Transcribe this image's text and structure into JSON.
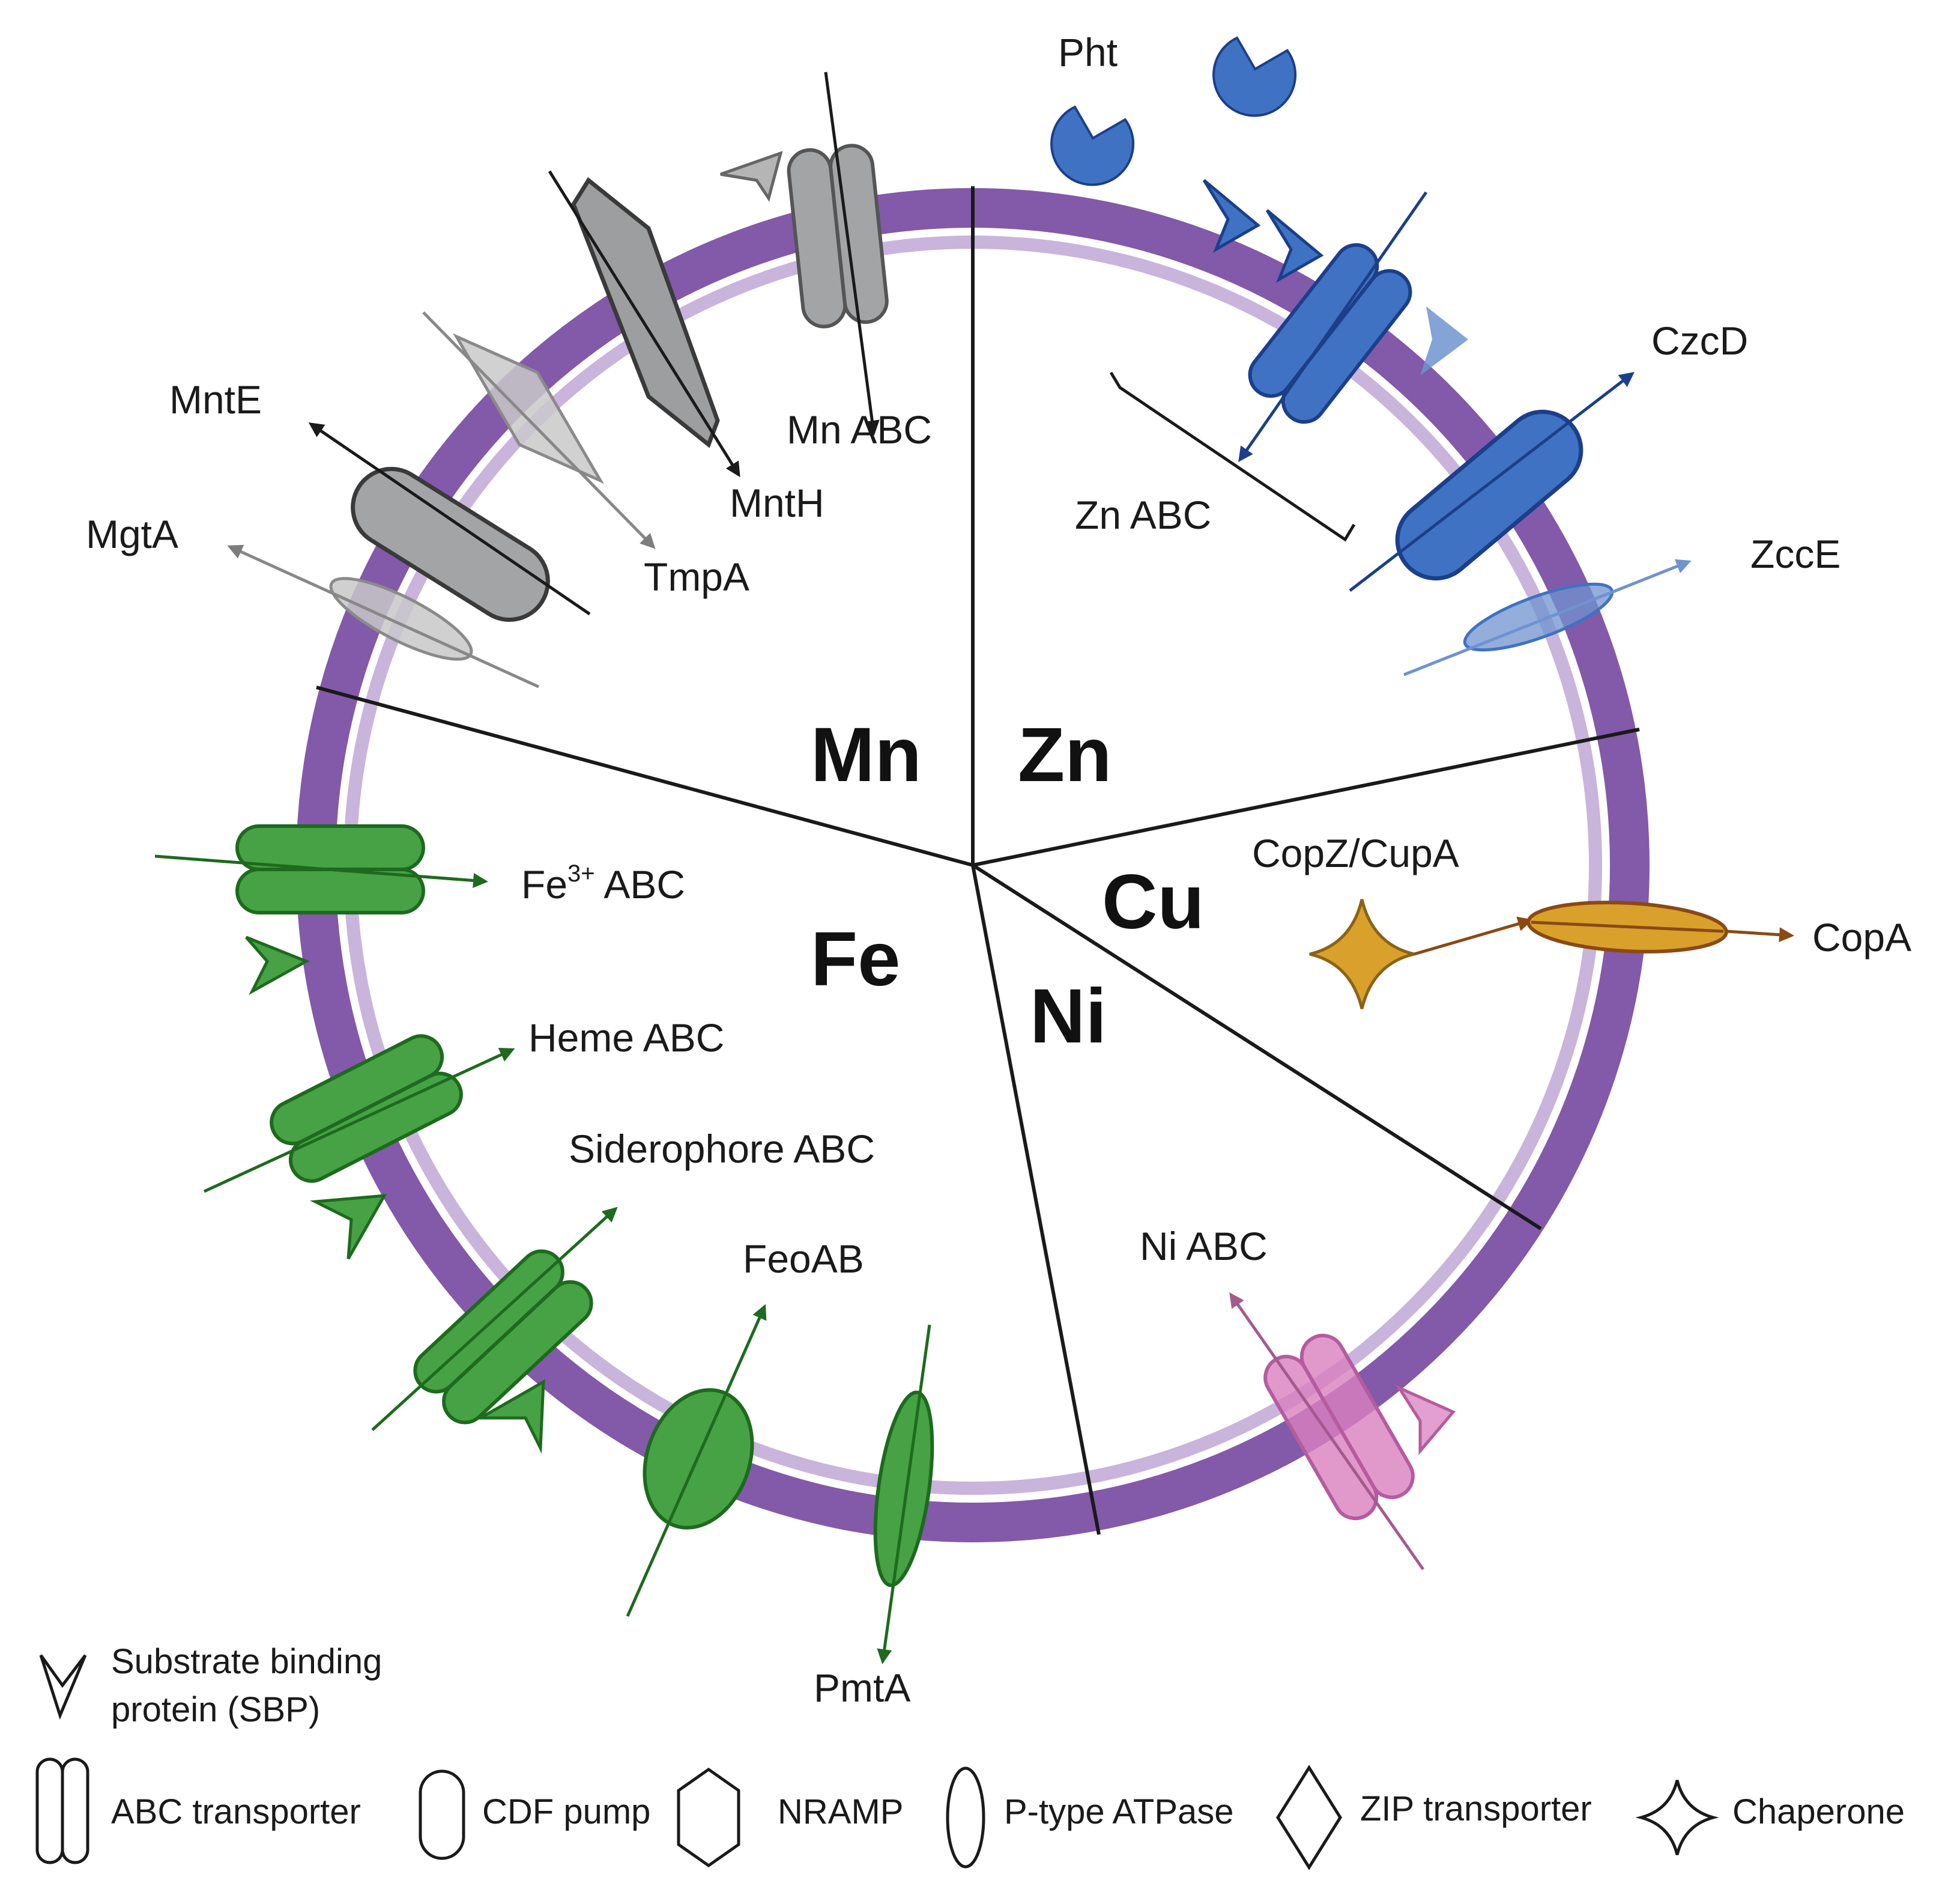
{
  "sectors": {
    "mn": "Mn",
    "zn": "Zn",
    "cu": "Cu",
    "ni": "Ni",
    "fe": "Fe"
  },
  "labels": {
    "pht": "Pht",
    "mn_abc": "Mn ABC",
    "mntH": "MntH",
    "tmpA": "TmpA",
    "mntE": "MntE",
    "mgtA": "MgtA",
    "czcD": "CzcD",
    "zn_abc": "Zn ABC",
    "zccE": "ZccE",
    "copz_cupa": "CopZ/CupA",
    "copA": "CopA",
    "ni_abc": "Ni ABC",
    "fe3_abc_prefix": "Fe",
    "fe3_abc_sup": "3+",
    "fe3_abc_suffix": " ABC",
    "heme_abc": "Heme ABC",
    "siderophore_abc": "Siderophore ABC",
    "feoAB": "FeoAB",
    "pmtA": "PmtA"
  },
  "legend": {
    "sbp_line1": "Substrate binding",
    "sbp_line2": "protein (SBP)",
    "abc": "ABC transporter",
    "cdf": "CDF pump",
    "nramp": "NRAMP",
    "ptype": "P-type ATPase",
    "zip": "ZIP transporter",
    "chaperone": "Chaperone"
  },
  "colors": {
    "membrane_outer": "#8359a9",
    "membrane_inner": "#c9b4dc",
    "mn_gray": "#a3a4a6",
    "zn_blue": "#3f72c2",
    "cu_gold": "#d9a12b",
    "ni_pink": "#d97fbf",
    "fe_green": "#46a244"
  }
}
